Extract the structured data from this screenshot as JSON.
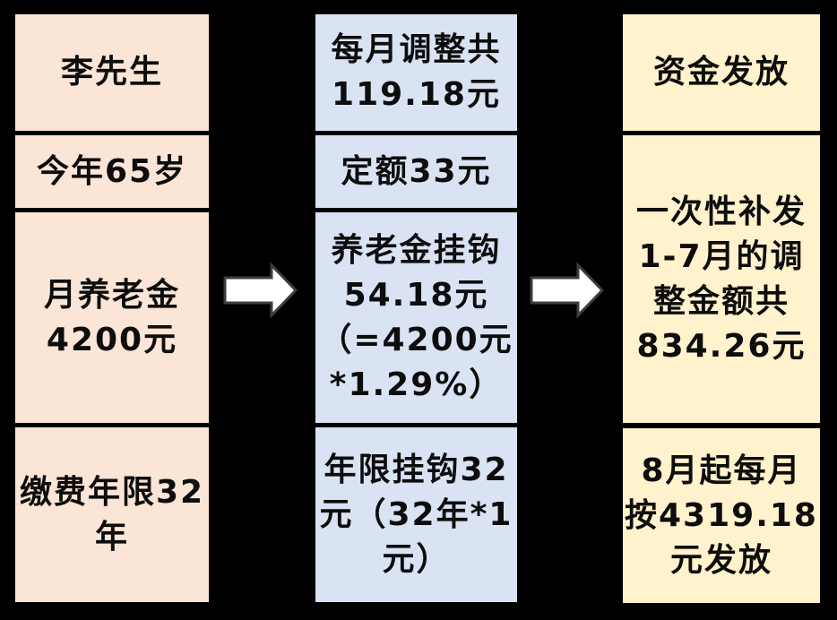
{
  "diagram": {
    "type": "flowchart",
    "colors": {
      "background": "#000000",
      "person_column_fill": "#fbe5d6",
      "adjustment_column_fill": "#dae3f3",
      "payment_column_fill": "#fff2cc",
      "text": "#0d0d0d",
      "arrow_fill": "#ffffff",
      "arrow_stroke": "#3d3d3d"
    },
    "columns": [
      {
        "id": "person-info",
        "boxes": [
          {
            "text": "李先生"
          },
          {
            "text": "今年65岁"
          },
          {
            "text": "月养老金\n4200元"
          },
          {
            "text": "缴费年限32\n年"
          }
        ]
      },
      {
        "id": "monthly-adjustment",
        "boxes": [
          {
            "text": "每月调整共\n119.18元"
          },
          {
            "text": "定额33元"
          },
          {
            "text": "养老金挂钩\n54.18元\n（=4200元\n*1.29%）"
          },
          {
            "text": "年限挂钩32\n元（32年*1\n元）"
          }
        ]
      },
      {
        "id": "funds-distribution",
        "boxes": [
          {
            "text": "资金发放"
          },
          {
            "text": "一次性补发\n1-7月的调\n整金额共\n834.26元"
          },
          {
            "text": "8月起每月\n按4319.18\n元发放"
          }
        ]
      }
    ],
    "arrows": [
      {
        "direction": "right",
        "from": "person-info",
        "to": "monthly-adjustment"
      },
      {
        "direction": "right",
        "from": "monthly-adjustment",
        "to": "funds-distribution"
      }
    ]
  }
}
